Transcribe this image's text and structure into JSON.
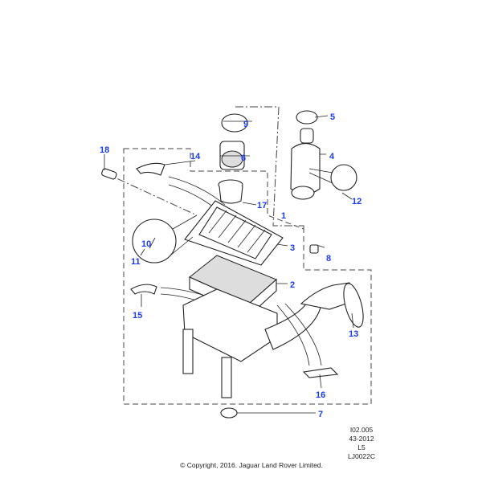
{
  "diagram": {
    "callouts": {
      "c1": "1",
      "c2": "2",
      "c3": "3",
      "c4": "4",
      "c5": "5",
      "c6": "6",
      "c7": "7",
      "c8": "8",
      "c9": "9",
      "c10": "10",
      "c11": "11",
      "c12": "12",
      "c13": "13",
      "c14": "14",
      "c15": "15",
      "c16": "16",
      "c17": "17",
      "c18": "18"
    },
    "callout_color": "#1a3cf0"
  },
  "reference": {
    "line1": "I02.005",
    "line2": "43-2012",
    "line3": "L5",
    "line4": "LJ0022C"
  },
  "copyright": "© Copyright, 2016. Jaguar Land Rover Limited."
}
